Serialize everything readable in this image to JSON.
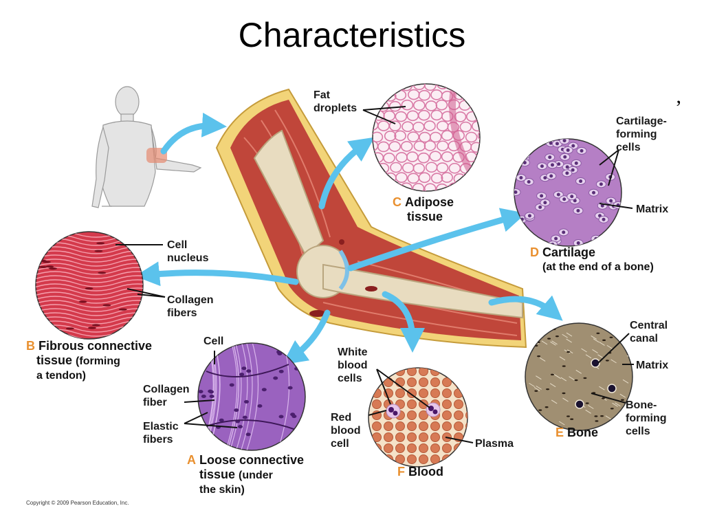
{
  "slide": {
    "title": "Characteristics",
    "stray_mark": "’"
  },
  "copyright": "Copyright © 2009 Pearson Education, Inc.",
  "tissues": {
    "adipose": {
      "letter": "C",
      "name_lines": [
        "Adipose",
        "tissue"
      ],
      "labels": {
        "fat_droplets": [
          "Fat",
          "droplets"
        ]
      }
    },
    "cartilage": {
      "letter": "D",
      "name": "Cartilage",
      "note": "(at the end of a bone)",
      "labels": {
        "forming_cells": [
          "Cartilage-",
          "forming",
          "cells"
        ],
        "matrix": "Matrix"
      }
    },
    "fibrous": {
      "letter": "B",
      "name_lines": [
        "Fibrous connective",
        "tissue"
      ],
      "note_inline": "(forming",
      "note_line2": "a tendon)",
      "labels": {
        "cell_nucleus": [
          "Cell",
          "nucleus"
        ],
        "collagen_fibers": [
          "Collagen",
          "fibers"
        ]
      }
    },
    "loose": {
      "letter": "A",
      "name_lines": [
        "Loose connective",
        "tissue"
      ],
      "note_inline": "(under",
      "note_line2": "the skin)",
      "labels": {
        "cell": "Cell",
        "collagen_fiber": [
          "Collagen",
          "fiber"
        ],
        "elastic_fibers": [
          "Elastic",
          "fibers"
        ]
      }
    },
    "blood": {
      "letter": "F",
      "name": "Blood",
      "labels": {
        "white_blood_cells": [
          "White",
          "blood",
          "cells"
        ],
        "red_blood_cell": [
          "Red",
          "blood",
          "cell"
        ],
        "plasma": "Plasma"
      }
    },
    "bone": {
      "letter": "E",
      "name": "Bone",
      "labels": {
        "central_canal": [
          "Central",
          "canal"
        ],
        "matrix": "Matrix",
        "bone_forming_cells": [
          "Bone-",
          "forming",
          "cells"
        ]
      }
    }
  },
  "colors": {
    "accent_letter": "#e9902f",
    "arrow": "#5bc2ec",
    "muscle": "#c0463a",
    "fat_layer": "#f2d479",
    "bone": "#e8dcc0",
    "adipose_bg": "#f7e6ef",
    "cartilage_bg": "#b57fc5",
    "fibrous_bg": "#d43a4c",
    "loose_bg": "#9a62bf",
    "blood_bg": "#f5e2c8",
    "bone_tissue_bg": "#9c8a6e"
  }
}
